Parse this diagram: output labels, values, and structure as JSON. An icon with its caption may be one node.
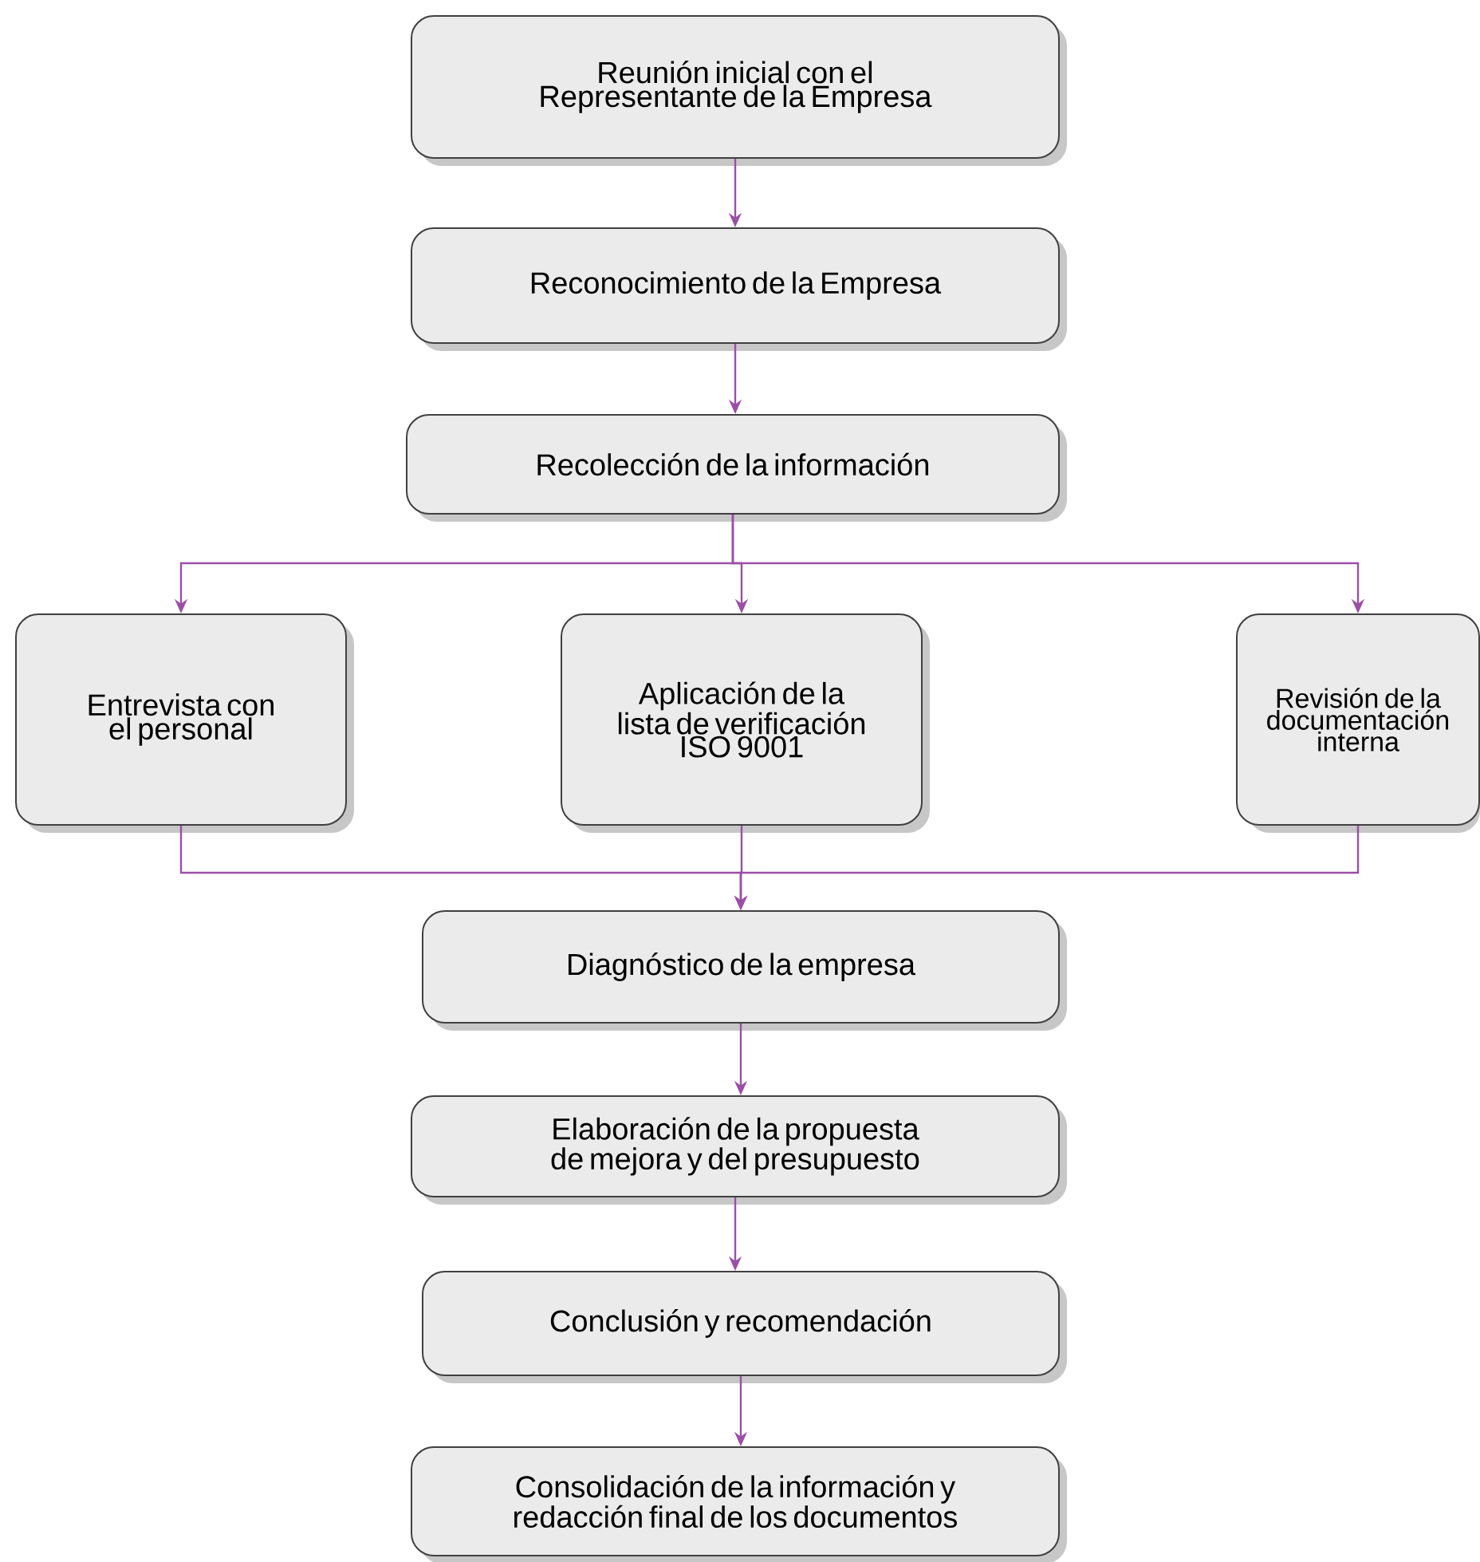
{
  "diagram": {
    "nodes": [
      {
        "text": [
          "Reunión inicial con el Representante de la Empresa"
        ]
      },
      {
        "text": [
          "Reconocimiento de la Empresa"
        ]
      },
      {
        "text": [
          "Recolección de la información"
        ]
      },
      {
        "text": [
          "Entrevista con el personal"
        ]
      },
      {
        "text": [
          "Aplicación de la lista de verificación ISO 9001"
        ]
      },
      {
        "text": [
          "Revisión de la documentación interna"
        ]
      },
      {
        "text": [
          "Diagnóstico de la empresa"
        ]
      },
      {
        "text": [
          "Elaboración de la propuesta de mejora y del presupuesto"
        ]
      },
      {
        "text": [
          "Conclusión y recomendación"
        ]
      },
      {
        "text": [
          "Consolidación de la información y redacción final de los documentos"
        ]
      }
    ],
    "edges": [
      {
        "from": 0,
        "to": 1,
        "arrow": "to"
      },
      {
        "from": 1,
        "to": 2,
        "arrow": "to"
      },
      {
        "from": 2,
        "to": 3,
        "arrow": "to"
      },
      {
        "from": 2,
        "to": 4,
        "arrow": "to"
      },
      {
        "from": 2,
        "to": 5,
        "arrow": "to"
      },
      {
        "from": 3,
        "to": 6,
        "arrow": "to"
      },
      {
        "from": 4,
        "to": 6,
        "arrow": "to"
      },
      {
        "from": 5,
        "to": 6,
        "arrow": "to"
      },
      {
        "from": 6,
        "to": 7,
        "arrow": "to"
      },
      {
        "from": 7,
        "to": 8,
        "arrow": "to"
      },
      {
        "from": 8,
        "to": 9,
        "arrow": "to"
      }
    ]
  }
}
